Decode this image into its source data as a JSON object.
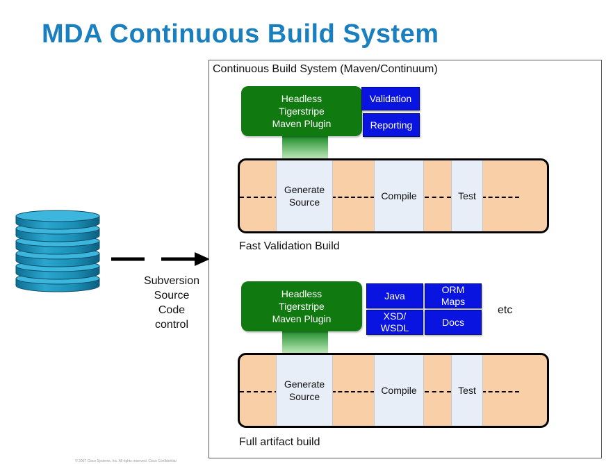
{
  "title": "MDA  Continuous Build System",
  "system": {
    "label": "Continuous Build System (Maven/Continuum)"
  },
  "source_control": {
    "label": "Subversion\nSource\nCode\ncontrol"
  },
  "fast_build": {
    "plugin_label": "Headless\nTigerstripe\nMaven Plugin",
    "outputs": [
      "Validation",
      "Reporting"
    ],
    "stages": [
      "Generate\nSource",
      "Compile",
      "Test"
    ],
    "label": "Fast Validation Build"
  },
  "full_build": {
    "plugin_label": "Headless\nTigerstripe\nMaven Plugin",
    "outputs": [
      "Java",
      "ORM\nMaps",
      "XSD/\nWSDL",
      "Docs"
    ],
    "extra": "etc",
    "stages": [
      "Generate\nSource",
      "Compile",
      "Test"
    ],
    "label": "Full artifact build"
  },
  "footer": "© 2007 Cisco Systems, Inc. All rights reserved. Cisco Confidential",
  "colors": {
    "title": "#1a7fbf",
    "plugin": "#107a10",
    "output_box": "#0a14e0",
    "pipeline": "#f8cfa6",
    "stage": "#e8eef8",
    "database": "#1b8fb5"
  }
}
